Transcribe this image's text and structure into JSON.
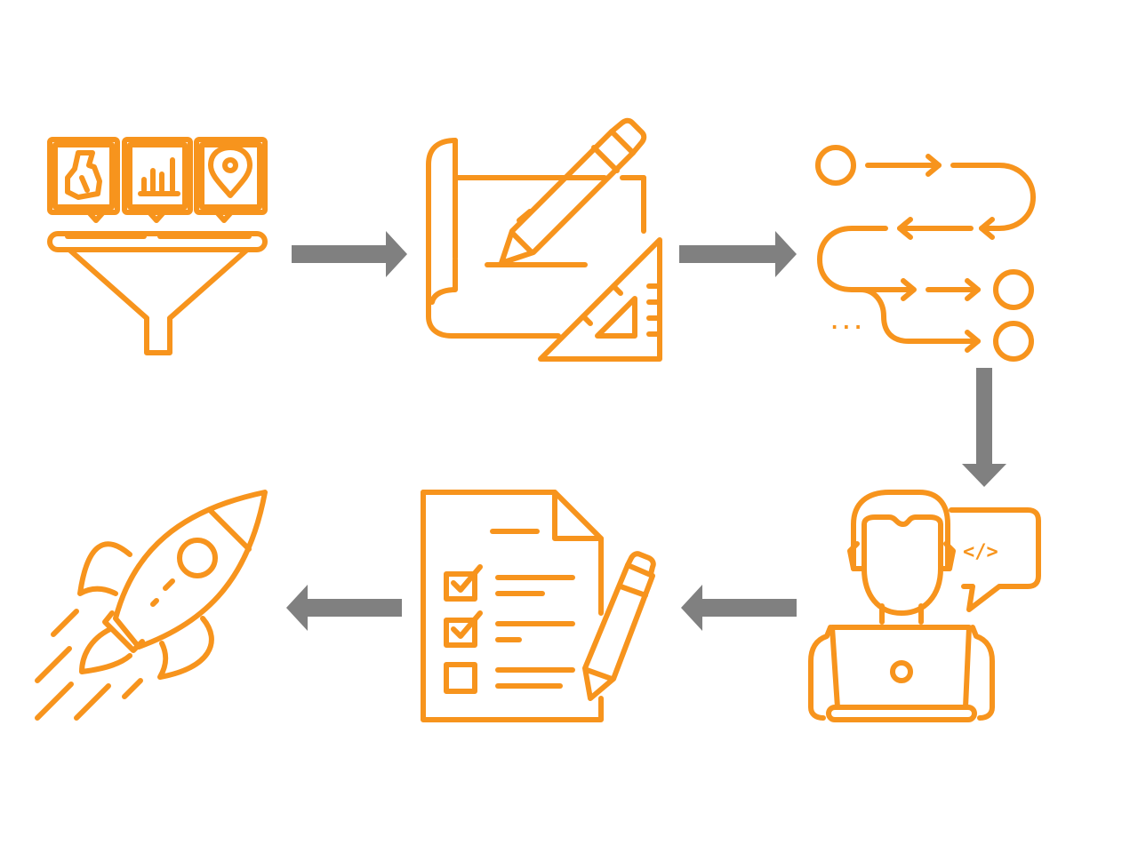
{
  "colors": {
    "icon": "#F7941D",
    "arrow": "#808080",
    "background": "#FFFFFF"
  },
  "steps": [
    {
      "id": "research",
      "icon": "funnel-with-charts-icon"
    },
    {
      "id": "design",
      "icon": "blueprint-pencil-ruler-icon"
    },
    {
      "id": "plan",
      "icon": "roadmap-flow-icon"
    },
    {
      "id": "develop",
      "icon": "developer-laptop-icon"
    },
    {
      "id": "test",
      "icon": "checklist-document-icon"
    },
    {
      "id": "launch",
      "icon": "rocket-icon"
    }
  ],
  "code_bubble_text": "</>",
  "ellipsis_text": "..."
}
